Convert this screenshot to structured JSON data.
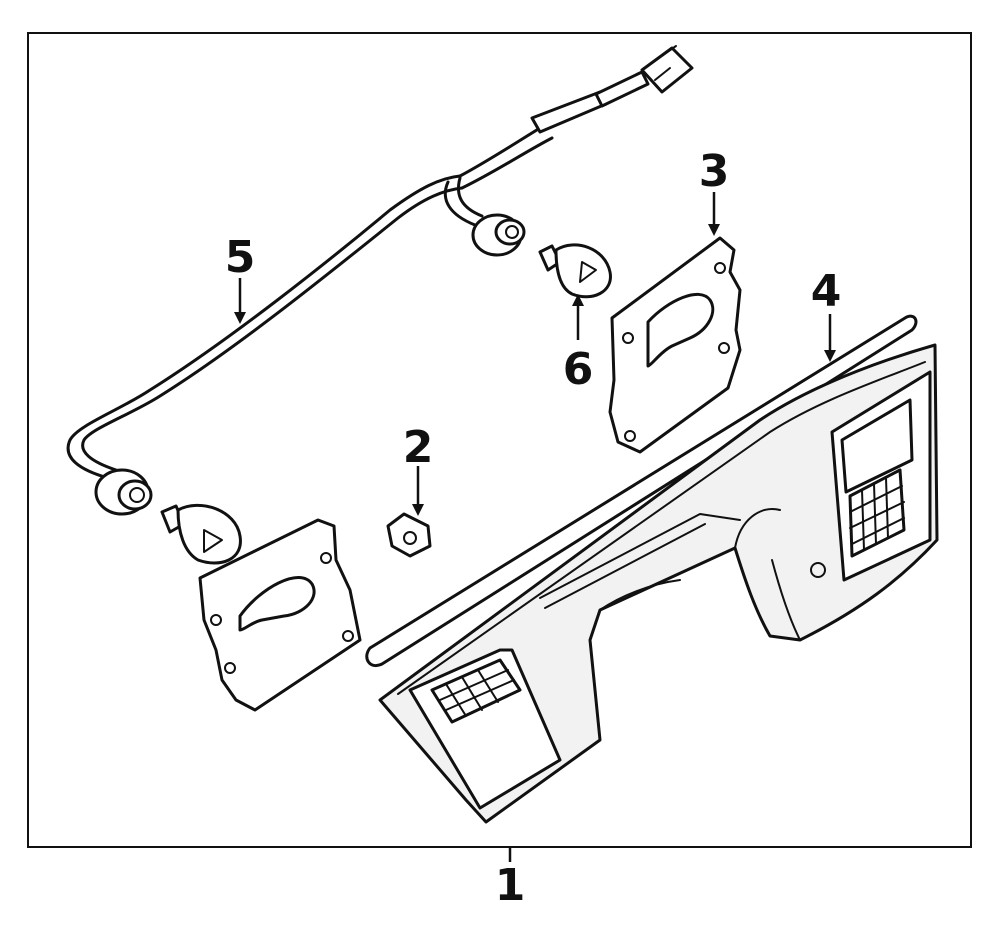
{
  "callouts": {
    "assembly": "1",
    "nut": "2",
    "gasket_right": "3",
    "lamp_housing": "4",
    "wire_harness": "5",
    "bulb": "6"
  },
  "colors": {
    "ink": "#111111",
    "background": "#ffffff"
  }
}
